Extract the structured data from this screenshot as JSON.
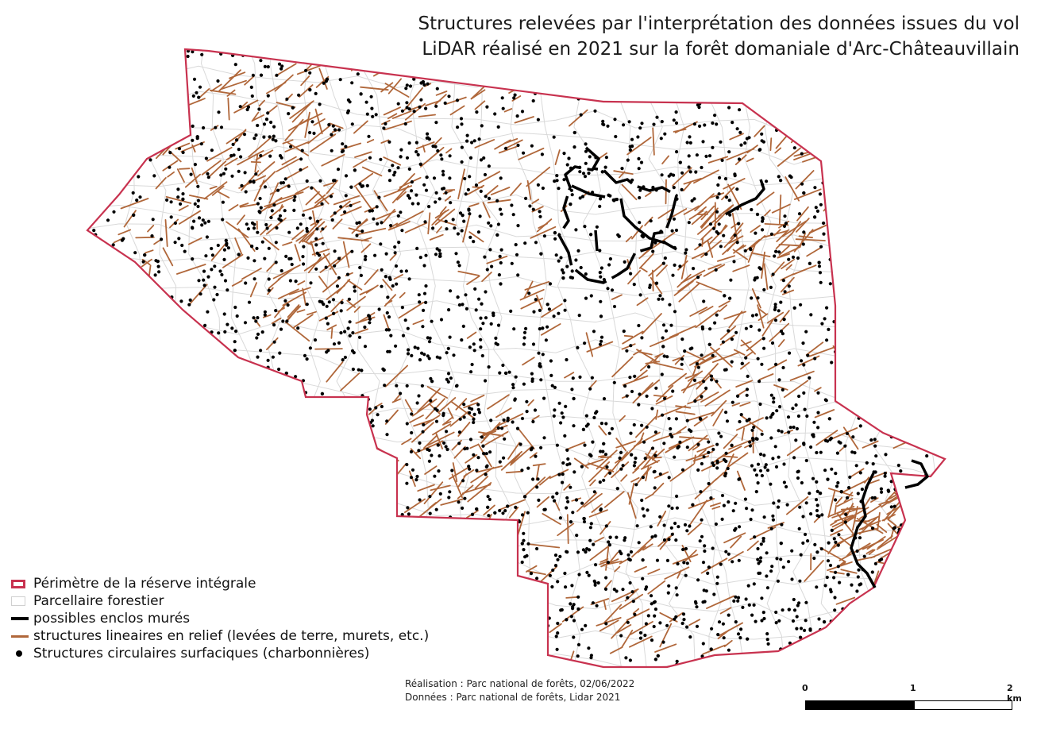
{
  "map": {
    "title_line1": "Structures relevées par l'interprétation des données issues du vol",
    "title_line2": "LiDAR réalisé en 2021 sur la forêt domaniale d'Arc-Châteauvillain",
    "colors": {
      "perimeter": "#c8324f",
      "parcels": "#d9d9d9",
      "walls": "#000000",
      "linear": "#b0673a",
      "circular": "#000000"
    }
  },
  "legend": {
    "items": [
      {
        "symbol": "perimeter-icon",
        "label": "Périmètre de la réserve intégrale"
      },
      {
        "symbol": "parcel-icon",
        "label": "Parcellaire forestier"
      },
      {
        "symbol": "wall-line-icon",
        "label": "possibles enclos murés"
      },
      {
        "symbol": "linear-structure-icon",
        "label": "structures lineaires en relief (levées de terre, murets, etc.)"
      },
      {
        "symbol": "dot-icon",
        "label": "Structures circulaires surfaciques (charbonnières)"
      }
    ]
  },
  "credits": {
    "line1": "Réalisation : Parc national de forêts, 02/06/2022",
    "line2": "Données : Parc national de forêts, Lidar 2021"
  },
  "scale": {
    "label_0": "0",
    "label_1": "1",
    "label_2": "2 km"
  }
}
